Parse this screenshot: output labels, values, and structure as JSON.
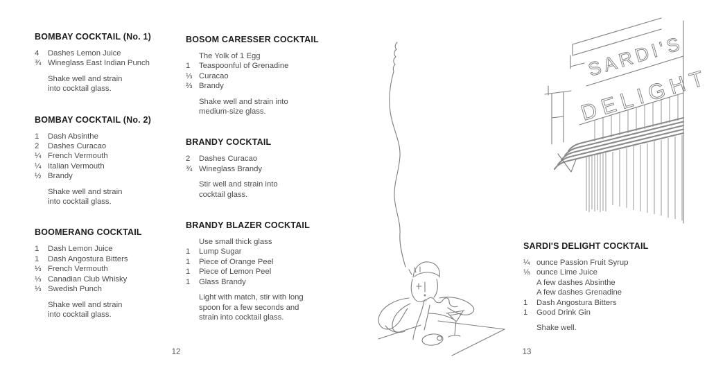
{
  "pages": {
    "left_number": "12",
    "right_number": "13"
  },
  "recipes": [
    {
      "column": "col1",
      "title": "BOMBAY COCKTAIL (No. 1)",
      "ingredients": [
        [
          "4",
          "Dashes Lemon Juice"
        ],
        [
          "¾",
          "Wineglass East Indian Punch"
        ]
      ],
      "instructions": [
        "Shake well and strain",
        "into cocktail glass."
      ]
    },
    {
      "column": "col1",
      "title": "BOMBAY COCKTAIL (No. 2)",
      "ingredients": [
        [
          "1",
          "Dash Absinthe"
        ],
        [
          "2",
          "Dashes Curacao"
        ],
        [
          "¼",
          "French Vermouth"
        ],
        [
          "¼",
          "Italian Vermouth"
        ],
        [
          "½",
          "Brandy"
        ]
      ],
      "instructions": [
        "Shake well and strain",
        "into cocktail glass."
      ]
    },
    {
      "column": "col1",
      "title": "BOOMERANG COCKTAIL",
      "ingredients": [
        [
          "1",
          "Dash Lemon Juice"
        ],
        [
          "1",
          "Dash Angostura Bitters"
        ],
        [
          "⅓",
          "French Vermouth"
        ],
        [
          "⅓",
          "Canadian Club Whisky"
        ],
        [
          "⅓",
          "Swedish Punch"
        ]
      ],
      "instructions": [
        "Shake well and strain",
        "into cocktail glass."
      ]
    },
    {
      "column": "col2",
      "title": "BOSOM CARESSER COCKTAIL",
      "ingredients": [
        [
          "",
          "The Yolk of 1 Egg"
        ],
        [
          "1",
          "Teaspoonful of Grenadine"
        ],
        [
          "⅓",
          "Curacao"
        ],
        [
          "⅔",
          "Brandy"
        ]
      ],
      "instructions": [
        "Shake well and strain into",
        "medium-size glass."
      ]
    },
    {
      "column": "col2",
      "title": "BRANDY COCKTAIL",
      "ingredients": [
        [
          "2",
          "Dashes Curacao"
        ],
        [
          "¾",
          "Wineglass Brandy"
        ]
      ],
      "instructions": [
        "Stir well and strain into",
        "cocktail glass."
      ]
    },
    {
      "column": "col2",
      "title": "BRANDY BLAZER COCKTAIL",
      "ingredients": [
        [
          "",
          "Use small thick glass"
        ],
        [
          "1",
          "Lump Sugar"
        ],
        [
          "1",
          "Piece of Orange Peel"
        ],
        [
          "1",
          "Piece of Lemon Peel"
        ],
        [
          "1",
          "Glass Brandy"
        ]
      ],
      "instructions": [
        "Light with match, stir with long",
        "spoon for a few seconds and",
        "strain into cocktail glass."
      ]
    },
    {
      "column": "col3",
      "title": "SARDI'S DELIGHT COCKTAIL",
      "ingredients": [
        [
          "¼",
          "ounce Passion Fruit Syrup"
        ],
        [
          "⅛",
          "ounce Lime Juice"
        ],
        [
          "",
          "A few dashes Absinthe"
        ],
        [
          "",
          "A few dashes Grenadine"
        ],
        [
          "1",
          "Dash Angostura Bitters"
        ],
        [
          "1",
          "Good Drink Gin"
        ]
      ],
      "instructions": [
        "Shake well."
      ]
    }
  ],
  "illustrations": {
    "sign": {
      "line1": "SARDI'S",
      "line2": "DELIGHT"
    }
  }
}
